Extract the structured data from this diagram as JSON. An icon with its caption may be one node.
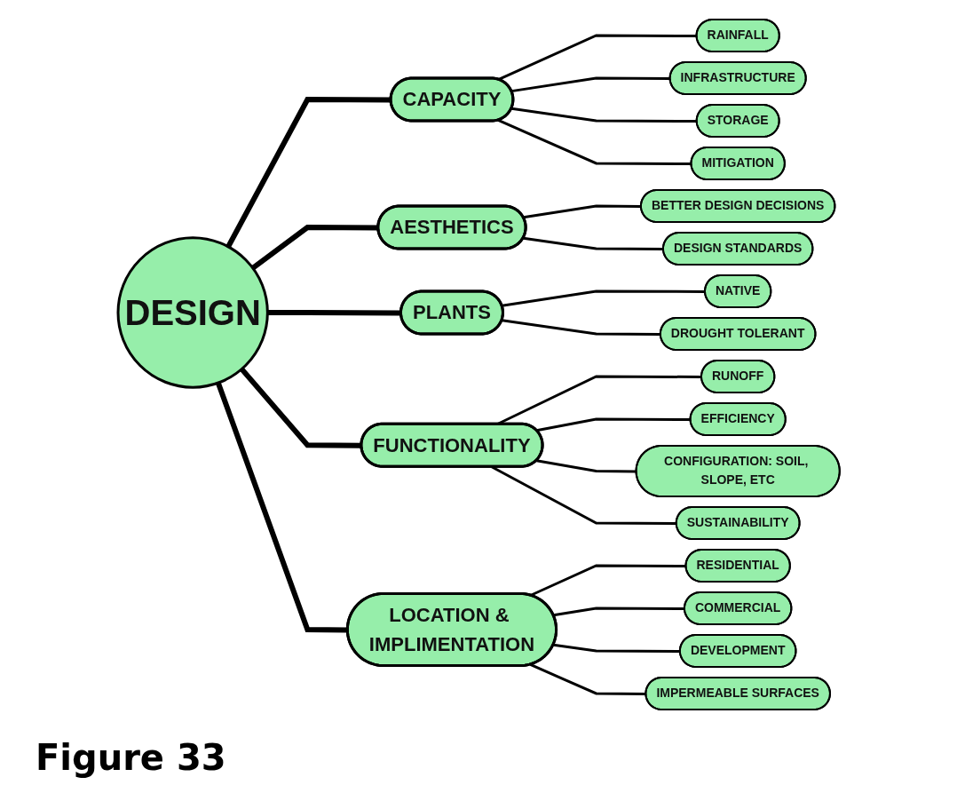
{
  "diagram": {
    "caption": "Figure 33",
    "nodes": [
      {
        "text": [
          "DESIGN"
        ]
      },
      {
        "text": [
          "CAPACITY"
        ]
      },
      {
        "text": [
          "RAINFALL"
        ]
      },
      {
        "text": [
          "INFRASTRUCTURE"
        ]
      },
      {
        "text": [
          "STORAGE"
        ]
      },
      {
        "text": [
          "MITIGATION"
        ]
      },
      {
        "text": [
          "AESTHETICS"
        ]
      },
      {
        "text": [
          "BETTER DESIGN DECISIONS"
        ]
      },
      {
        "text": [
          "DESIGN STANDARDS"
        ]
      },
      {
        "text": [
          "PLANTS"
        ]
      },
      {
        "text": [
          "NATIVE"
        ]
      },
      {
        "text": [
          "DROUGHT TOLERANT"
        ]
      },
      {
        "text": [
          "FUNCTIONALITY"
        ]
      },
      {
        "text": [
          "RUNOFF"
        ]
      },
      {
        "text": [
          "EFFICIENCY"
        ]
      },
      {
        "text": [
          "CONFIGURATION: SOIL, SLOPE, ETC"
        ]
      },
      {
        "text": [
          "SUSTAINABILITY"
        ]
      },
      {
        "text": [
          "LOCATION & IMPLIMENTATION"
        ]
      },
      {
        "text": [
          "RESIDENTIAL"
        ]
      },
      {
        "text": [
          "COMMERCIAL"
        ]
      },
      {
        "text": [
          "DEVELOPMENT"
        ]
      },
      {
        "text": [
          "IMPERMEABLE SURFACES"
        ]
      }
    ],
    "edges": [
      {
        "from": 0,
        "to": 1,
        "arrow": "none",
        "style": "thick"
      },
      {
        "from": 1,
        "to": 2,
        "arrow": "none"
      },
      {
        "from": 1,
        "to": 3,
        "arrow": "none"
      },
      {
        "from": 1,
        "to": 4,
        "arrow": "none"
      },
      {
        "from": 1,
        "to": 5,
        "arrow": "none"
      },
      {
        "from": 0,
        "to": 6,
        "arrow": "none",
        "style": "thick"
      },
      {
        "from": 6,
        "to": 7,
        "arrow": "none"
      },
      {
        "from": 6,
        "to": 8,
        "arrow": "none"
      },
      {
        "from": 0,
        "to": 9,
        "arrow": "none",
        "style": "thick"
      },
      {
        "from": 9,
        "to": 10,
        "arrow": "none"
      },
      {
        "from": 9,
        "to": 11,
        "arrow": "none"
      },
      {
        "from": 0,
        "to": 12,
        "arrow": "none",
        "style": "thick"
      },
      {
        "from": 12,
        "to": 13,
        "arrow": "none"
      },
      {
        "from": 12,
        "to": 14,
        "arrow": "none"
      },
      {
        "from": 12,
        "to": 15,
        "arrow": "none"
      },
      {
        "from": 12,
        "to": 16,
        "arrow": "none"
      },
      {
        "from": 0,
        "to": 17,
        "arrow": "none",
        "style": "thick"
      },
      {
        "from": 17,
        "to": 18,
        "arrow": "none"
      },
      {
        "from": 17,
        "to": 19,
        "arrow": "none"
      },
      {
        "from": 17,
        "to": 20,
        "arrow": "none"
      },
      {
        "from": 17,
        "to": 21,
        "arrow": "none"
      }
    ]
  }
}
